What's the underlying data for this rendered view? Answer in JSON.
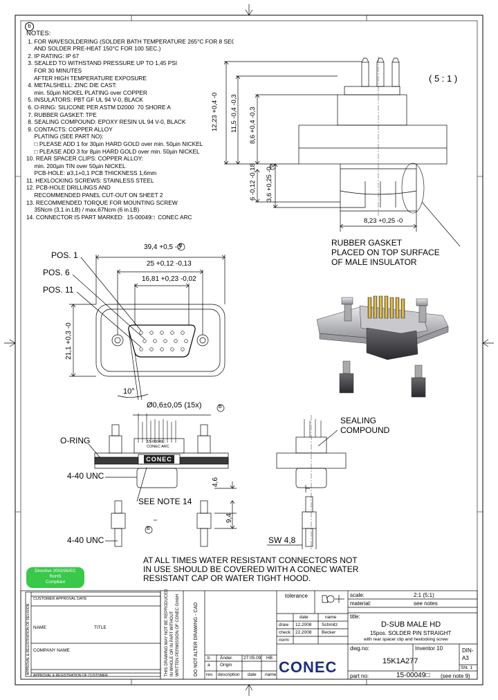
{
  "notes": {
    "marker": "b",
    "title": "NOTES:",
    "lines": [
      " 1. FOR WAVESOLDERING (SOLDER BATH TEMPERATURE 265°C FOR 8 SEC.",
      "     AND SOLDER PRE-HEAT 150°C FOR 100 SEC.)",
      " 2. IP RATING: IP 67",
      " 3. SEALED TO WITHSTAND PRESSURE UP TO 1,45 PSI",
      "     FOR 30 MINUTES",
      "     AFTER HIGH TEMPERATURE EXPOSURE",
      " 4. METALSHELL: ZINC DIE CAST:",
      "     min. 50µin NICKEL PLATING over COPPER",
      " 5. INSULATORS: PBT GF UL 94 V-0, BLACK",
      " 6. O-RING: SILICONE PER ASTM D2000  70 SHORE A",
      " 7. RUBBER GASKET: TPE",
      " 8. SEALING COMPOUND: EPOXY RESIN UL 94 V-0, BLACK",
      " 9. CONTACTS: COPPER ALLOY",
      "     PLATING (SEE PART NO):",
      "     □ PLEASE ADD 1 for 30µin HARD GOLD over min. 50µin NICKEL",
      "     □ PLEASE ADD 3 for 8µin HARD GOLD over min. 50µin NICKEL",
      "10. REAR SPACER CLIPS: COPPER ALLOY:",
      "     min. 200µin TIN over 50µin NICKEL",
      "     PCB-HOLE: ø3,1+0,1 PCB THICKNESS 1,6mm",
      "11. HEXLOCKING SCREWS: STAINLESS STEEL",
      "12. PCB-HOLE DRILLINGS AND",
      "     RECOMMENDED PANEL CUT-OUT ON SHEET 2",
      "13. RECOMMENDED TORQUE FOR MOUNTING SCREW",
      "     35Ncm (3,1 in.LB) / max.67Ncm (6 in.LB)",
      "14. CONNECTOR IS PART MARKED:  15-00049□  CONEC ARC"
    ]
  },
  "side_view": {
    "scale": "( 5 : 1 )",
    "dims": [
      "12,23 +0,4 -0",
      "11,5 -0,4 -0,3",
      "8,6 +0,4 -0,3",
      "6 -0,12 -0,18",
      "3,6 +0,25 -0",
      "8,23 +0,25 -0"
    ],
    "marker": "b",
    "callout": [
      "RUBBER GASKET",
      "PLACED ON TOP SURFACE",
      "OF MALE INSULATOR"
    ]
  },
  "front_view": {
    "pos_labels": [
      "POS. 1",
      "POS. 6",
      "POS. 11"
    ],
    "dims": [
      "39,4 +0,5 -0",
      "25 +0,12 -0,13",
      "16,81 +0,23 -0,02",
      "21,1 +0,3 -0",
      "10°"
    ],
    "marker": "b"
  },
  "lower_views": {
    "pin_dim": "Ø0,6±0,05 (15x)",
    "labels": [
      "O-RING",
      "4-40 UNC",
      "SEE NOTE 14",
      "4-40 UNC",
      "SEALING",
      "COMPOUND"
    ],
    "part_mark": [
      "15-00049□",
      "CONEC ARC"
    ],
    "logo_small": "CONEC",
    "dims": [
      "4,6",
      "9,4",
      "SW 4,8"
    ],
    "markers": [
      "b",
      "b"
    ]
  },
  "warning": [
    "AT ALL TIMES WATER RESISTANT CONNECTORS NOT",
    "IN USE SHOULD BE COVERED WITH A CONEC WATER",
    "RESISTANT CAP OR WATER TIGHT HOOD."
  ],
  "rohs": [
    "Directive 2002/95/EC",
    "RoHS",
    "Compliant"
  ],
  "title_block": {
    "tolerance_label": "tolerance",
    "scale_label": "scale:",
    "scale_value": "2:1 (5:1)",
    "material_label": "material:",
    "material_value": "see notes",
    "date_label": "date",
    "name_label": "name",
    "draw_label": "draw",
    "draw_date": "12.2008",
    "draw_name": "Schmitz",
    "check_label": "check",
    "check_date": "22.2008",
    "check_name": "Becker",
    "norm_label": "norm",
    "title_label": "title:",
    "title_main": "D-SUB MALE HD",
    "title_sub1": "15pos. SOLDER PIN STRAIGHT",
    "title_sub2": "with rear spacer clip and hexlocking screw",
    "dwg_label": "dwg.no:",
    "inventor": "Inventor 10",
    "din": "DIN-A3",
    "dwg_value": "15K1A277",
    "sht": "Sht. 1",
    "logo": "CONEC",
    "part_label": "part no:",
    "part_value": "15-00049□",
    "part_note": "(see note 9)",
    "rev_row": [
      "b",
      "Änder.",
      "27.05.09",
      "HB"
    ],
    "rev_row2": [
      "a",
      "Origin"
    ],
    "rev_headers": [
      "rev.",
      "description",
      "date",
      "name"
    ],
    "approval_title": "APPROVAL & REGISTRATION OF REVISION",
    "approval_fields": [
      "CUSTOMER APPROVAL DATE",
      "NAME",
      "TITLE",
      "COMPANY NAME",
      "APPROVAL & REGISTRATION OF CUSTOMER"
    ],
    "vertical_notes": [
      "THIS DRAWING MAY NOT BE REPRODUCED",
      "IN WHOLE OR IN PART WITHOUT",
      "WRITTEN PERMISSION OF CONEC GmbH",
      "DO NOT ALTER DRAWING - CAD"
    ]
  }
}
